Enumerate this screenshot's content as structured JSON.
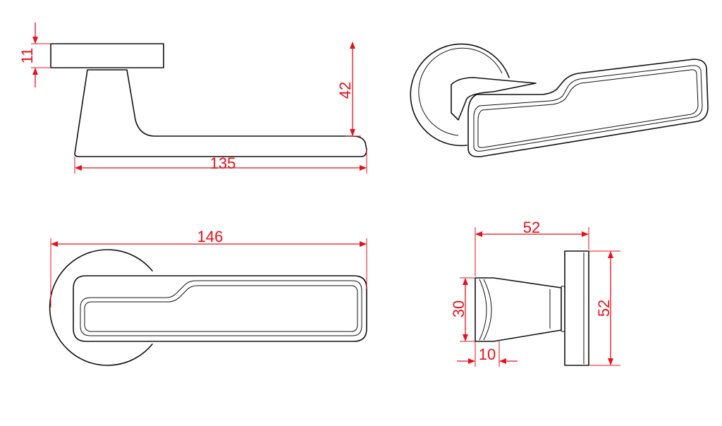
{
  "dimensions": {
    "rose_thickness": "11",
    "lever_height": "42",
    "side_length": "135",
    "top_length": "146",
    "rose_width": "52",
    "rose_diameter": "52",
    "grip_thickness": "30",
    "grip_offset": "10"
  },
  "colors": {
    "dimension_lines": "#e8101a",
    "object_lines": "#111111",
    "background": "#ffffff"
  }
}
